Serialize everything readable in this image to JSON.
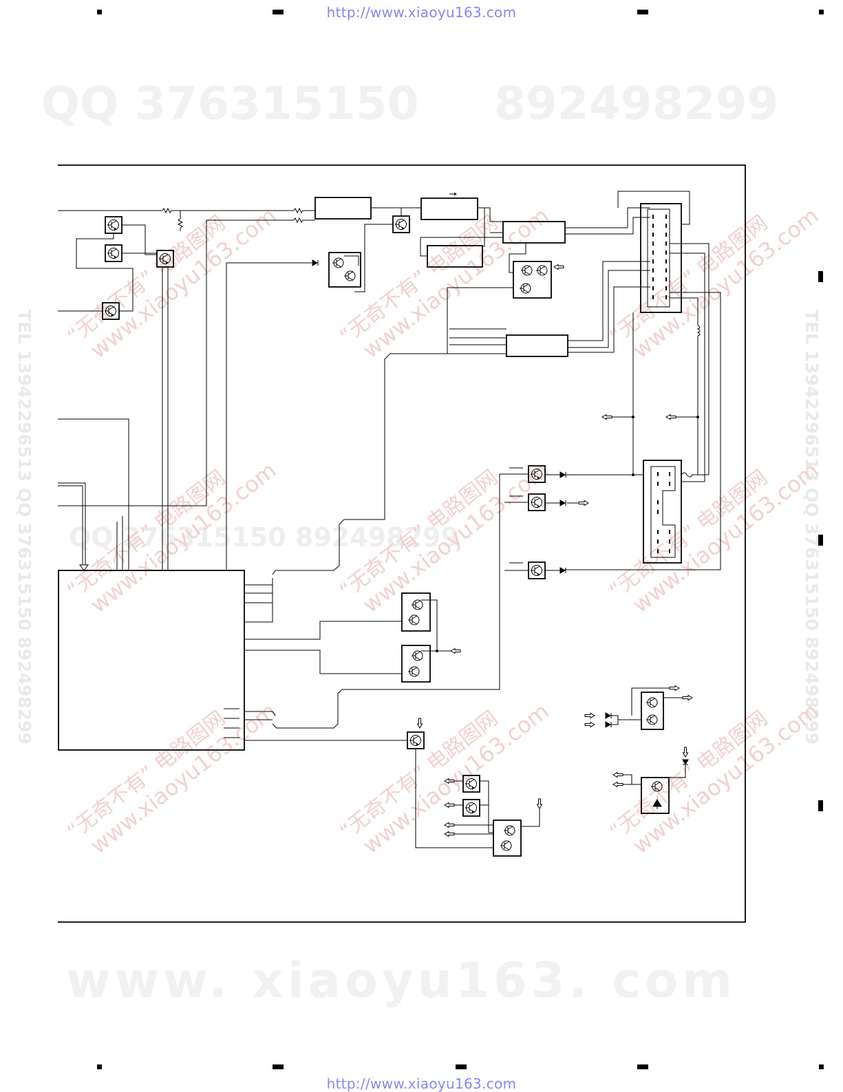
{
  "header": {
    "url": "http://www.xiaoyu163.com"
  },
  "footer": {
    "url": "http://www.xiaoyu163.com"
  },
  "watermarks": {
    "qq_line_left": "QQ 376315150",
    "qq_line_right": "892498299",
    "tel_line": "TEL 13942296513",
    "qq_mid_line": "QQ 376315150  892498299",
    "side_text": "TEL 13942296513 QQ 376315150 892498299",
    "diag_cn": "“无奇不有”  电路图网",
    "diag_web": "www.xiaoyu163.com",
    "bottom_big": "www. xiaoyu163. com"
  },
  "colors": {
    "link": "#8a86f0",
    "watermark_gray": "#f1f1f1",
    "watermark_red": "#f1d1d1",
    "line": "#000000"
  }
}
